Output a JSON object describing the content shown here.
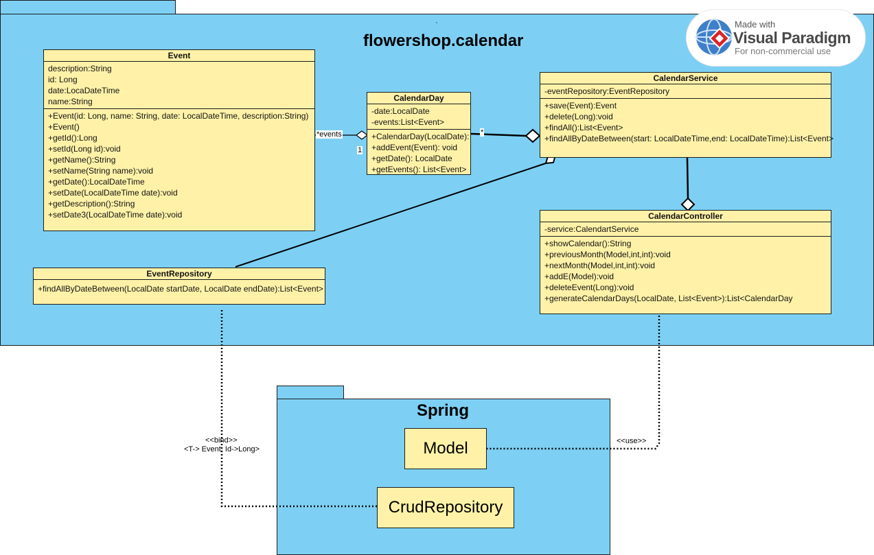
{
  "packages": {
    "calendar": {
      "title": "flowershop.calendar"
    },
    "spring": {
      "title": "Spring"
    }
  },
  "classes": {
    "event": {
      "name": "Event",
      "attributes": [
        "description:String",
        "id: Long",
        "date:LocaDateTime",
        "name:String"
      ],
      "methods": [
        "+Event(id: Long, name: String, date: LocalDateTime, description:String)",
        "+Event()",
        "+getId():Long",
        "+setId(Long id):void",
        "+getName():String",
        "+setName(String name):void",
        "+getDate():LocalDateTime",
        "+setDate(LocalDateTime date):void",
        "+getDescription():String",
        "+setDate3(LocalDateTime date):void"
      ]
    },
    "calendar_day": {
      "name": "CalendarDay",
      "attributes": [
        "-date:LocalDate",
        "-events:List<Event>"
      ],
      "methods": [
        "+CalendarDay(LocalDate):",
        "+addEvent(Event): void",
        "+getDate(): LocalDate",
        "+getEvents(): List<Event>"
      ]
    },
    "calendar_service": {
      "name": "CalendarService",
      "attributes": [
        "-eventRepository:EventRepository"
      ],
      "methods": [
        "+save(Event):Event",
        "+delete(Long):void",
        "+findAll():List<Event>",
        "+findAllByDateBetween(start: LocalDateTime,end: LocalDateTime):List<Event>"
      ]
    },
    "calendar_controller": {
      "name": "CalendarController",
      "attributes": [
        "-service:CalendartService"
      ],
      "methods": [
        "+showCalendar():String",
        "+previousMonth(Model,int,int):void",
        "+nextMonth(Model,int,int):void",
        "+addE(Model):void",
        "+deleteEvent(Long):void",
        "+generateCalendarDays(LocalDate, List<Event>):List<CalendarDay"
      ]
    },
    "event_repository": {
      "name": "EventRepository",
      "methods": [
        "+findAllByDateBetween(LocalDate startDate, LocalDate endDate):List<Event>"
      ]
    }
  },
  "spring_classes": {
    "model": "Model",
    "crud_repository": "CrudRepository"
  },
  "relations": {
    "events_role": "*events",
    "day_multiplicity": "1",
    "service_multiplicity": "*",
    "bind_label": "<<bind>>",
    "bind_params": "<T-> Event, Id->Long>",
    "use_label": "<<use>>"
  },
  "watermark": {
    "line1": "Made with",
    "line2": "Visual Paradigm",
    "line3": "For non-commercial use"
  },
  "colors": {
    "package": "#7dd0f4",
    "class_fill": "#fff2a8",
    "line": "#000000"
  }
}
